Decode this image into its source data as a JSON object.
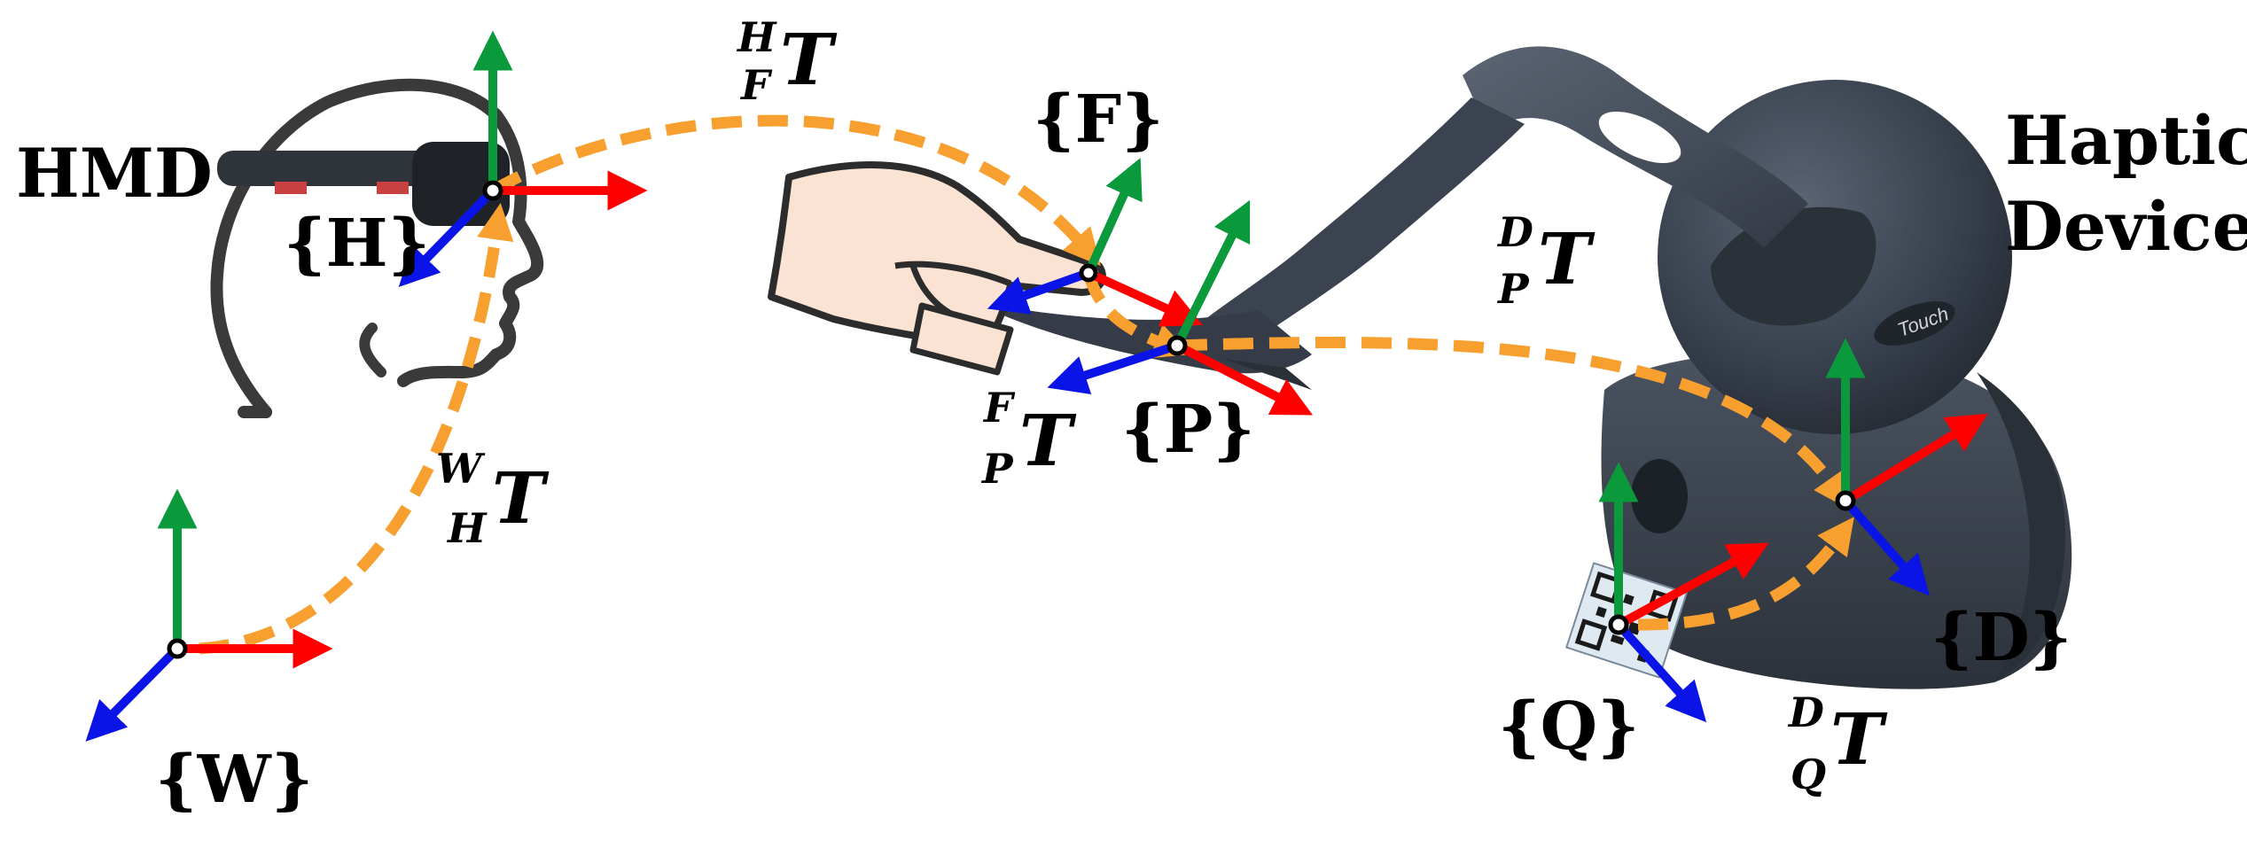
{
  "labels": {
    "hmd": "HMD",
    "haptic_line1": "Haptic",
    "haptic_line2": "Device",
    "device_brand": "Touch"
  },
  "frames": {
    "W": "{W}",
    "H": "{H}",
    "F": "{F}",
    "P": "{P}",
    "D": "{D}",
    "Q": "{Q}"
  },
  "transforms": {
    "W_H": {
      "sup": "W",
      "sub": "H",
      "main": "T"
    },
    "H_F": {
      "sup": "H",
      "sub": "F",
      "main": "T"
    },
    "F_P": {
      "sup": "F",
      "sub": "P",
      "main": "T"
    },
    "D_P": {
      "sup": "D",
      "sub": "P",
      "main": "T"
    },
    "D_Q": {
      "sup": "D",
      "sub": "Q",
      "main": "T"
    }
  },
  "colors": {
    "x_axis": "#ff0000",
    "y_axis": "#0a9a3c",
    "z_axis": "#0a14e6",
    "transform_path": "#f7a030",
    "device_body": "#3a4350",
    "head_outline": "#3a3a3a",
    "hand_fill": "#fbe3d4"
  }
}
